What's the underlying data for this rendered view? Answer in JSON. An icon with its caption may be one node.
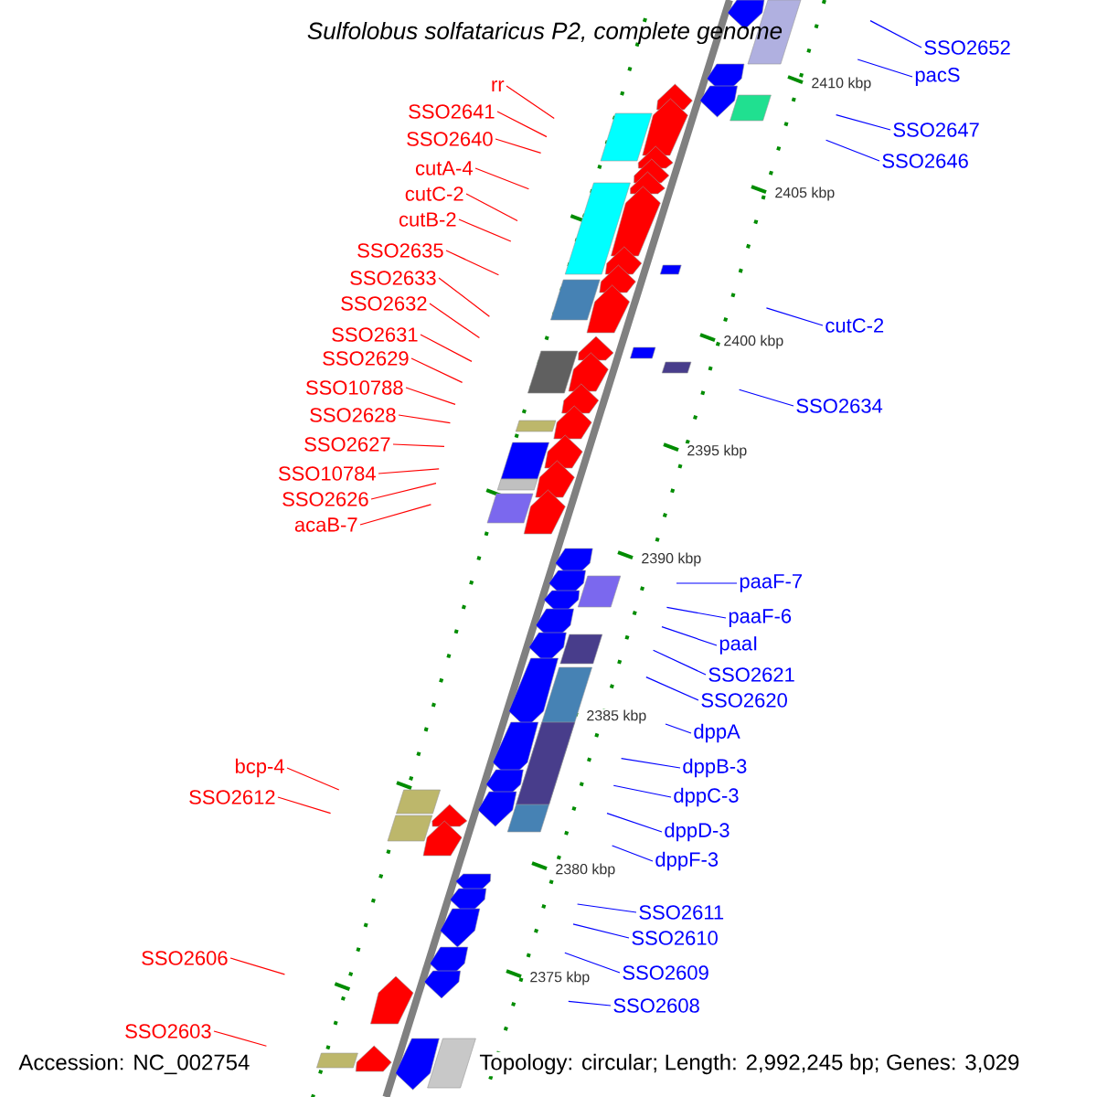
{
  "diagram": {
    "title": "Sulfolobus solfataricus P2, complete genome",
    "nodes": [
      {
        "text": [
          "rr"
        ]
      },
      {
        "text": [
          "SSO2641"
        ]
      },
      {
        "text": [
          "SSO2640"
        ]
      },
      {
        "text": [
          "cutA-4"
        ]
      },
      {
        "text": [
          "cutC-2"
        ]
      },
      {
        "text": [
          "cutB-2"
        ]
      },
      {
        "text": [
          "SSO2635"
        ]
      },
      {
        "text": [
          "SSO2633"
        ]
      },
      {
        "text": [
          "SSO2632"
        ]
      },
      {
        "text": [
          "SSO2631"
        ]
      },
      {
        "text": [
          "SSO2629"
        ]
      },
      {
        "text": [
          "SSO10788"
        ]
      },
      {
        "text": [
          "SSO2628"
        ]
      },
      {
        "text": [
          "SSO2627"
        ]
      },
      {
        "text": [
          "SSO10784"
        ]
      },
      {
        "text": [
          "SSO2626"
        ]
      },
      {
        "text": [
          "acaB-7"
        ]
      },
      {
        "text": [
          "bcp-4"
        ]
      },
      {
        "text": [
          "SSO2612"
        ]
      },
      {
        "text": [
          "SSO2606"
        ]
      },
      {
        "text": [
          "SSO2603"
        ]
      },
      {
        "text": [
          "SSO2652"
        ]
      },
      {
        "text": [
          "pacS"
        ]
      },
      {
        "text": [
          "SSO2647"
        ]
      },
      {
        "text": [
          "SSO2646"
        ]
      },
      {
        "text": [
          "cutC-2"
        ]
      },
      {
        "text": [
          "SSO2634"
        ]
      },
      {
        "text": [
          "paaF-7"
        ]
      },
      {
        "text": [
          "paaF-6"
        ]
      },
      {
        "text": [
          "paaI"
        ]
      },
      {
        "text": [
          "SSO2621"
        ]
      },
      {
        "text": [
          "SSO2620"
        ]
      },
      {
        "text": [
          "dppA"
        ]
      },
      {
        "text": [
          "dppB-3"
        ]
      },
      {
        "text": [
          "dppC-3"
        ]
      },
      {
        "text": [
          "dppD-3"
        ]
      },
      {
        "text": [
          "dppF-3"
        ]
      },
      {
        "text": [
          "SSO2611"
        ]
      },
      {
        "text": [
          "SSO2610"
        ]
      },
      {
        "text": [
          "SSO2609"
        ]
      },
      {
        "text": [
          "SSO2608"
        ]
      }
    ],
    "edges": [
      {
        "from": 0,
        "to": null,
        "arrow": "none"
      },
      {
        "from": 1,
        "to": null,
        "arrow": "none"
      },
      {
        "from": 2,
        "to": null,
        "arrow": "none"
      },
      {
        "from": 3,
        "to": null,
        "arrow": "none"
      },
      {
        "from": 4,
        "to": null,
        "arrow": "none"
      },
      {
        "from": 5,
        "to": null,
        "arrow": "none"
      },
      {
        "from": 6,
        "to": null,
        "arrow": "none"
      },
      {
        "from": 7,
        "to": null,
        "arrow": "none"
      },
      {
        "from": 8,
        "to": null,
        "arrow": "none"
      },
      {
        "from": 9,
        "to": null,
        "arrow": "none"
      },
      {
        "from": 10,
        "to": null,
        "arrow": "none"
      },
      {
        "from": 11,
        "to": null,
        "arrow": "none"
      },
      {
        "from": 12,
        "to": null,
        "arrow": "none"
      },
      {
        "from": 13,
        "to": null,
        "arrow": "none"
      },
      {
        "from": 14,
        "to": null,
        "arrow": "none"
      },
      {
        "from": 15,
        "to": null,
        "arrow": "none"
      },
      {
        "from": 16,
        "to": null,
        "arrow": "none"
      },
      {
        "from": 17,
        "to": null,
        "arrow": "none"
      },
      {
        "from": 18,
        "to": null,
        "arrow": "none"
      },
      {
        "from": 19,
        "to": null,
        "arrow": "none"
      },
      {
        "from": 20,
        "to": null,
        "arrow": "none"
      },
      {
        "from": 21,
        "to": null,
        "arrow": "none",
        "color": "#0000ff"
      },
      {
        "from": 22,
        "to": null,
        "arrow": "none",
        "color": "#0000ff"
      },
      {
        "from": 23,
        "to": null,
        "arrow": "none",
        "color": "#0000ff"
      },
      {
        "from": 24,
        "to": null,
        "arrow": "none",
        "color": "#0000ff"
      },
      {
        "from": 25,
        "to": null,
        "arrow": "none",
        "color": "#0000ff"
      },
      {
        "from": 26,
        "to": null,
        "arrow": "none",
        "color": "#0000ff"
      },
      {
        "from": 27,
        "to": null,
        "arrow": "none",
        "color": "#0000ff"
      },
      {
        "from": 28,
        "to": null,
        "arrow": "none",
        "color": "#0000ff"
      },
      {
        "from": 29,
        "to": null,
        "arrow": "none",
        "color": "#0000ff"
      },
      {
        "from": 30,
        "to": null,
        "arrow": "none",
        "color": "#0000ff"
      },
      {
        "from": 31,
        "to": null,
        "arrow": "none",
        "color": "#0000ff"
      },
      {
        "from": 32,
        "to": null,
        "arrow": "none",
        "color": "#0000ff"
      },
      {
        "from": 33,
        "to": null,
        "arrow": "none",
        "color": "#0000ff"
      },
      {
        "from": 34,
        "to": null,
        "arrow": "none",
        "color": "#0000ff"
      },
      {
        "from": 35,
        "to": null,
        "arrow": "none",
        "color": "#0000ff"
      },
      {
        "from": 36,
        "to": null,
        "arrow": "none",
        "color": "#0000ff"
      },
      {
        "from": 37,
        "to": null,
        "arrow": "none",
        "color": "#0000ff"
      },
      {
        "from": 38,
        "to": null,
        "arrow": "none",
        "color": "#0000ff"
      },
      {
        "from": 39,
        "to": null,
        "arrow": "none",
        "color": "#0000ff"
      },
      {
        "from": 40,
        "to": null,
        "arrow": "none",
        "color": "#0000ff"
      }
    ],
    "labels": [
      "2410 kbp",
      "2405 kbp",
      "2400 kbp",
      "2395 kbp",
      "2390 kbp",
      "2385 kbp",
      "2380 kbp",
      "2375 kbp",
      "Accession: NC_002754",
      "Topology: circular; Length: 2,992,245 bp; Genes: 3,029"
    ]
  }
}
